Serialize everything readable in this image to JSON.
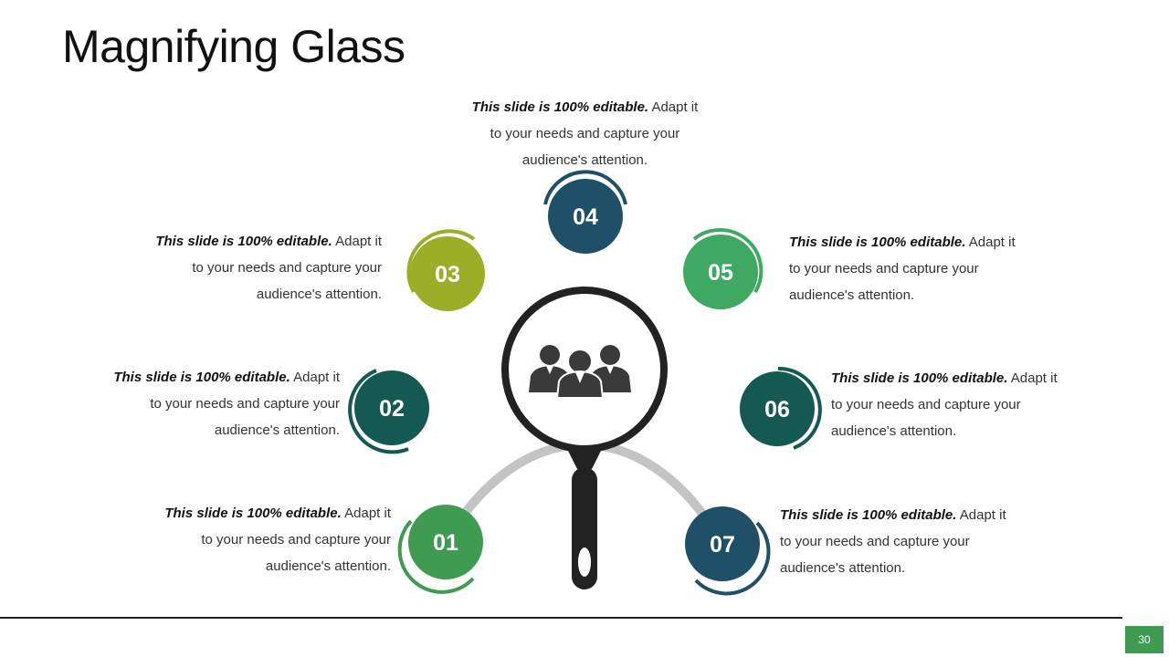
{
  "title": "Magnifying Glass",
  "page_number": "30",
  "colors": {
    "arc": "#c4c4c4",
    "magnifier": "#222222",
    "people_icon": "#3a3a3a",
    "footer_line": "#1f1f1f",
    "page_badge": "#3f9b52"
  },
  "nodes": [
    {
      "label": "01",
      "color": "#3f9b52",
      "lead": "This slide is 100% editable.",
      "body_1": "Adapt it",
      "body_2": "to your needs and capture your",
      "body_3": "audience's attention."
    },
    {
      "label": "02",
      "color": "#155a52",
      "lead": "This slide is 100% editable.",
      "body_1": "Adapt it",
      "body_2": "to your needs and capture your",
      "body_3": "audience's attention."
    },
    {
      "label": "03",
      "color": "#9cae28",
      "lead": "This slide is 100% editable.",
      "body_1": "Adapt it",
      "body_2": "to your needs and capture your",
      "body_3": "audience's attention."
    },
    {
      "label": "04",
      "color": "#1f5068",
      "lead": "This slide is 100% editable.",
      "body_1": "Adapt it",
      "body_2": "to your needs and capture your",
      "body_3": "audience's attention."
    },
    {
      "label": "05",
      "color": "#3fa862",
      "lead": "This slide is 100% editable.",
      "body_1": "Adapt it",
      "body_2": "to your needs and capture your",
      "body_3": "audience's attention."
    },
    {
      "label": "06",
      "color": "#155a52",
      "lead": "This slide is 100% editable.",
      "body_1": "Adapt it",
      "body_2": "to your needs and capture your",
      "body_3": "audience's attention."
    },
    {
      "label": "07",
      "color": "#1f5068",
      "lead": "This slide is 100% editable.",
      "body_1": "Adapt it",
      "body_2": "to your needs and capture your",
      "body_3": "audience's attention."
    }
  ]
}
